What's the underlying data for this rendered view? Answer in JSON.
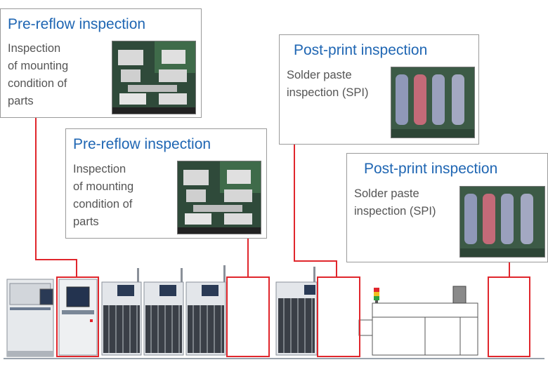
{
  "cards": [
    {
      "title": "Pre-reflow inspection",
      "description": "Inspection\nof mounting\ncondition of\nparts",
      "thumb_icon": "pcb-component-photo"
    },
    {
      "title": "Pre-reflow inspection",
      "description": "Inspection\nof mounting\ncondition of\nparts",
      "thumb_icon": "pcb-component-photo"
    },
    {
      "title": "Post-print inspection",
      "description": "Solder paste\ninspection (SPI)",
      "thumb_icon": "solder-paste-photo"
    },
    {
      "title": "Post-print inspection",
      "description": "Solder paste\ninspection (SPI)",
      "thumb_icon": "solder-paste-photo"
    }
  ],
  "colors": {
    "title": "#1f66b3",
    "highlight": "#e0262c",
    "desc": "#555555"
  }
}
